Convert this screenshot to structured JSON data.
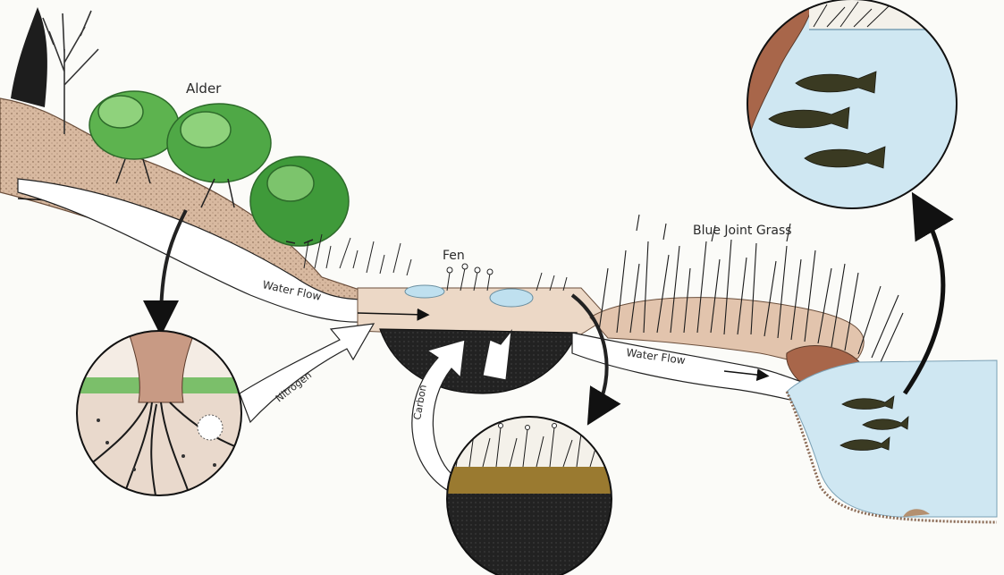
{
  "labels": {
    "alder": "Alder",
    "fen": "Fen",
    "blue_joint_grass": "Blue Joint Grass",
    "water_flow_upper": "Water Flow",
    "water_flow_lower": "Water Flow",
    "nitrogen": "Nitrogen",
    "carbon": "Carbon"
  },
  "colors": {
    "foliage": "#3f9a3a",
    "foliage_light": "#8fd27c",
    "soil": "#c9a48a",
    "soil_dark": "#9a6848",
    "water": "#bfe0ef",
    "peat": "#1e1e1e",
    "fish": "#3a3a22"
  }
}
